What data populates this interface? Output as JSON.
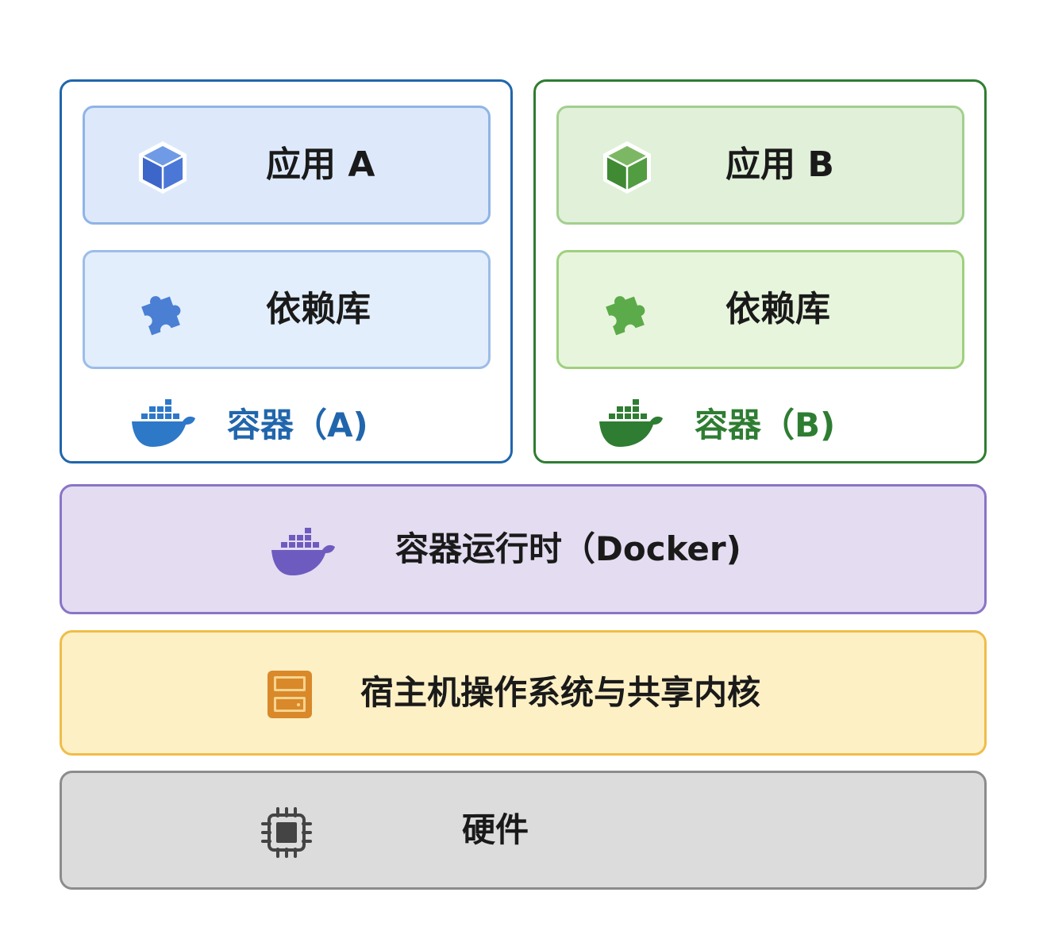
{
  "containers": [
    {
      "app": {
        "label": "应用 A",
        "icon": "cube-icon"
      },
      "lib": {
        "label": "依赖库",
        "icon": "puzzle-icon"
      },
      "footer": {
        "label": "容器（A)",
        "icon": "docker-whale-icon"
      },
      "colors": {
        "border": "#2166ac",
        "icon": "#4a7fd4"
      }
    },
    {
      "app": {
        "label": "应用 B",
        "icon": "cube-icon"
      },
      "lib": {
        "label": "依赖库",
        "icon": "puzzle-icon"
      },
      "footer": {
        "label": "容器（B)",
        "icon": "docker-whale-icon"
      },
      "colors": {
        "border": "#2e7d32",
        "icon": "#4e9a3c"
      }
    }
  ],
  "runtime": {
    "label": "容器运行时（Docker)",
    "icon": "docker-whale-icon",
    "color": "#6e5bbf"
  },
  "host_os": {
    "label": "宿主机操作系统与共享内核",
    "icon": "server-icon",
    "color": "#d9892a"
  },
  "hardware": {
    "label": "硬件",
    "icon": "cpu-chip-icon",
    "color": "#444444"
  }
}
